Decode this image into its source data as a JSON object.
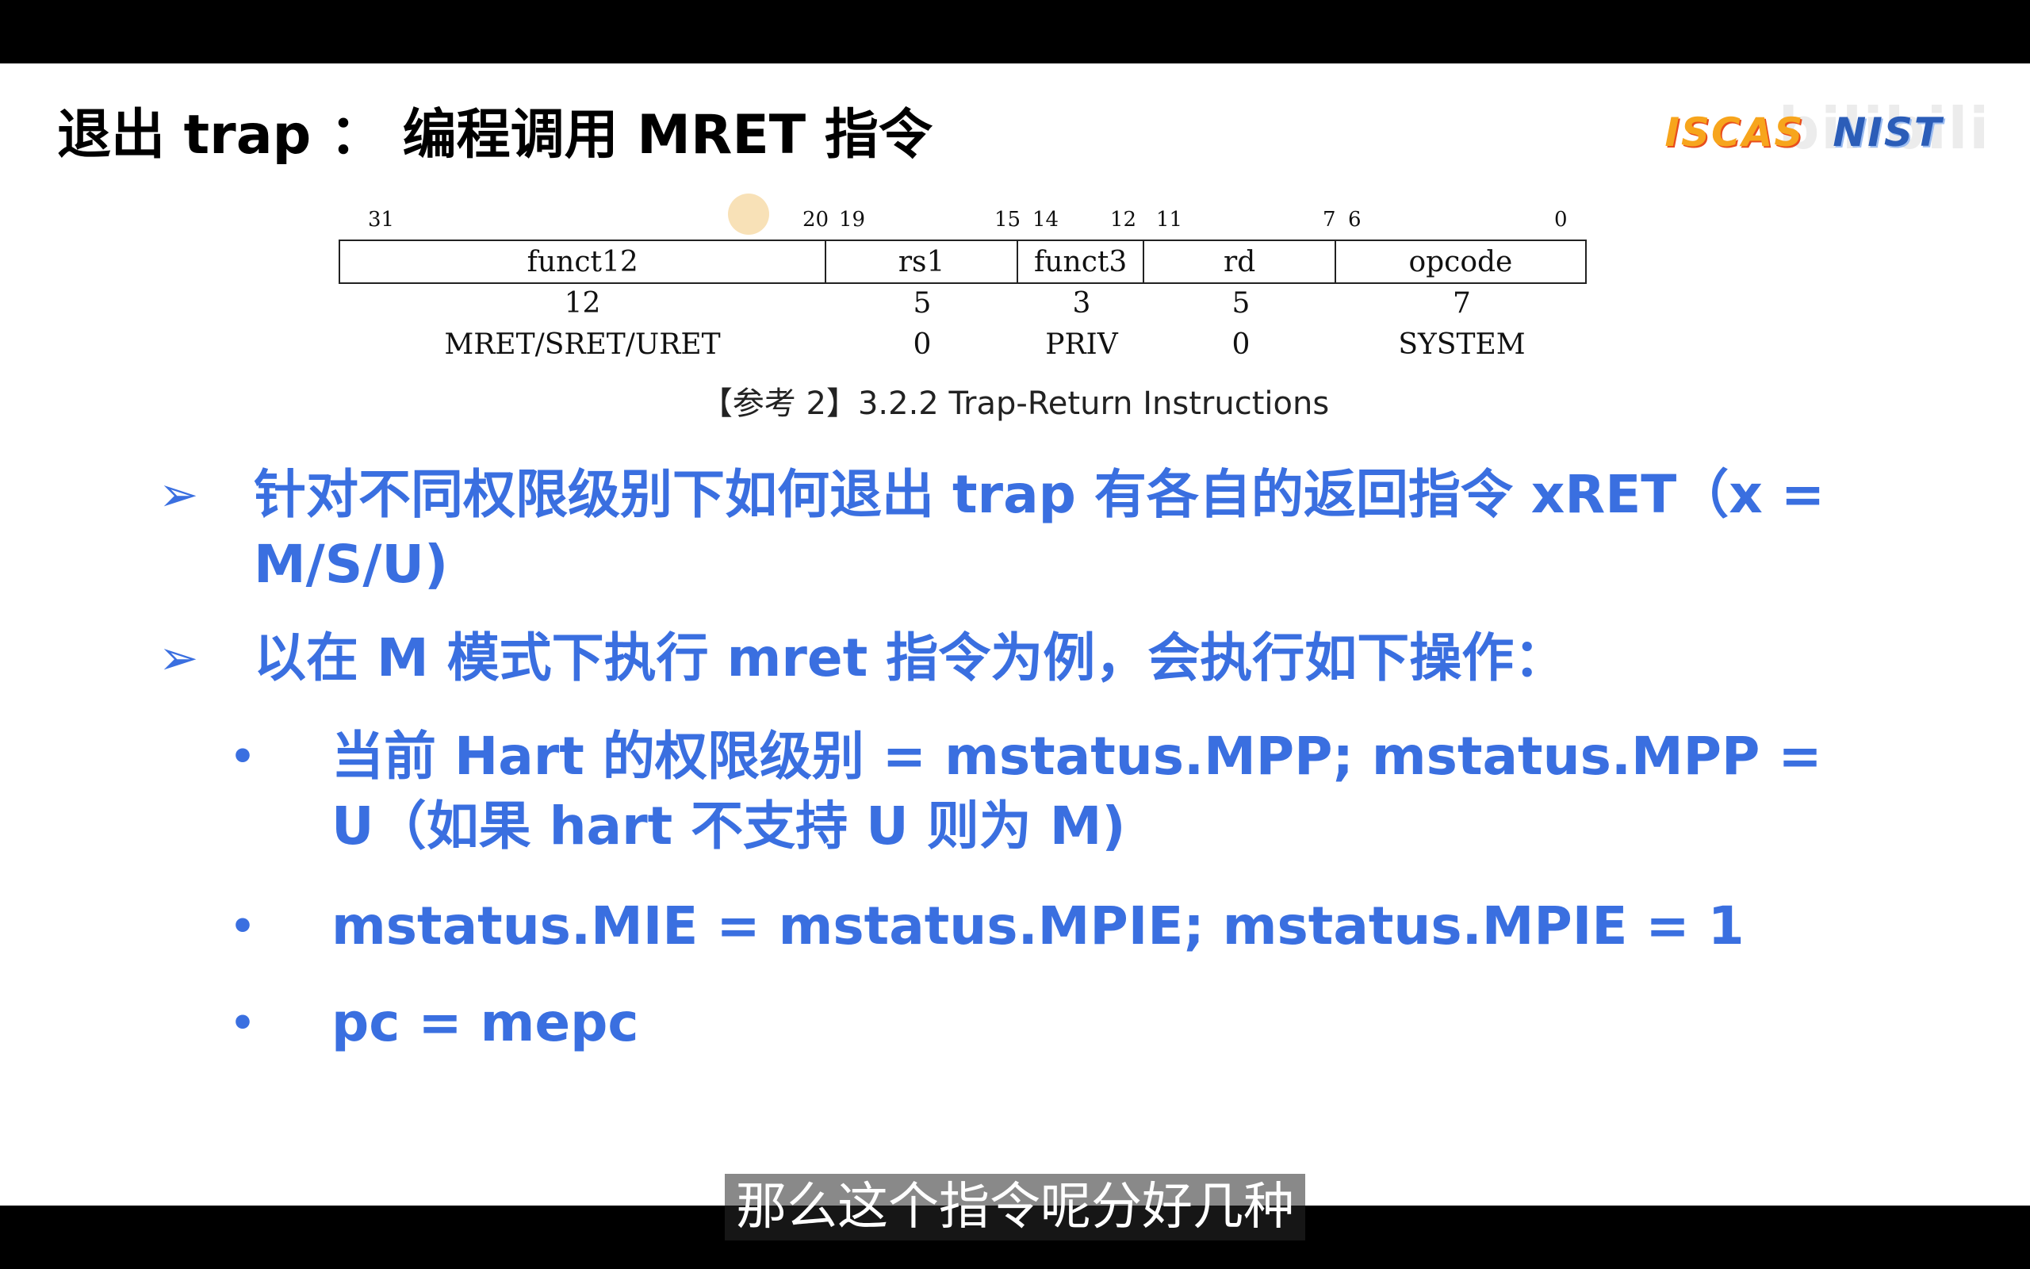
{
  "slide": {
    "title": "退出 trap ： 编程调用 MRET 指令",
    "logos": {
      "left": "ISCAS",
      "right": "NIST"
    },
    "watermark": "bilibili"
  },
  "format": {
    "bit_numbers": [
      "31",
      "20",
      "19",
      "15",
      "14",
      "12",
      "11",
      "7",
      "6",
      "0"
    ],
    "fields": [
      "funct12",
      "rs1",
      "funct3",
      "rd",
      "opcode"
    ],
    "widths": [
      "12",
      "5",
      "3",
      "5",
      "7"
    ],
    "values": [
      "MRET/SRET/URET",
      "0",
      "PRIV",
      "0",
      "SYSTEM"
    ],
    "caption": "【参考 2】3.2.2 Trap-Return Instructions"
  },
  "bullets": [
    {
      "marker": "➢",
      "text": "针对不同权限级别下如何退出 trap 有各自的返回指令 xRET（x = M/S/U)"
    },
    {
      "marker": "➢",
      "text": "以在 M 模式下执行 mret 指令为例，会执行如下操作："
    }
  ],
  "sub_bullets": [
    {
      "marker": "•",
      "text": "当前 Hart 的权限级别 = mstatus.MPP; mstatus.MPP = U（如果 hart 不支持 U 则为 M)"
    },
    {
      "marker": "•",
      "text": "mstatus.MIE = mstatus.MPIE; mstatus.MPIE = 1"
    },
    {
      "marker": "•",
      "text": "pc = mepc"
    }
  ],
  "subtitle": "那么这个指令呢分好几种"
}
